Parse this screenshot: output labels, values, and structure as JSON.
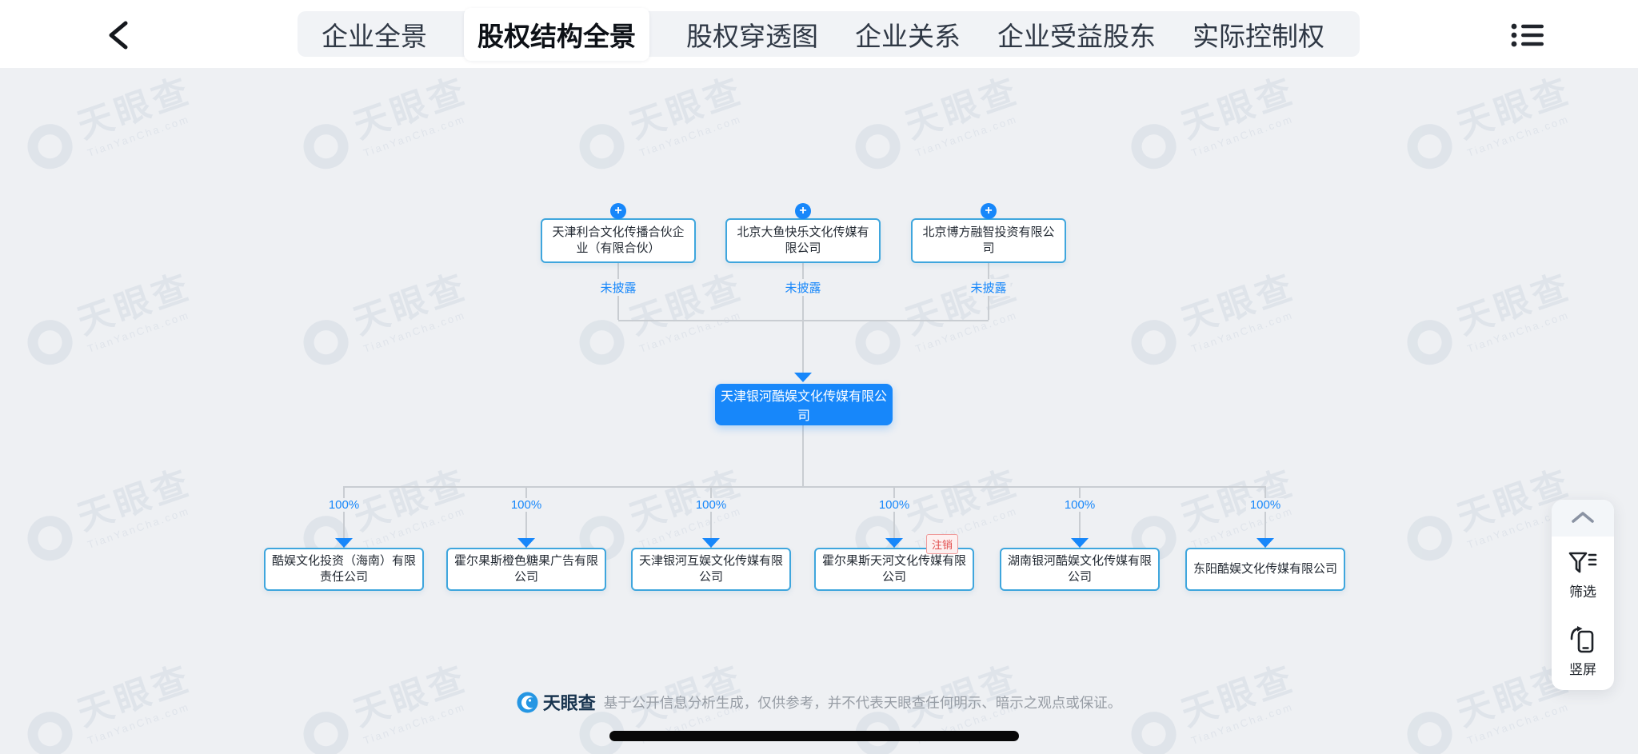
{
  "nav": {
    "tabs": [
      {
        "label": "企业全景",
        "active": false
      },
      {
        "label": "股权结构全景",
        "active": true
      },
      {
        "label": "股权穿透图",
        "active": false
      },
      {
        "label": "企业关系",
        "active": false
      },
      {
        "label": "企业受益股东",
        "active": false
      },
      {
        "label": "实际控制权",
        "active": false
      }
    ]
  },
  "chart": {
    "root": {
      "name": "天津银河酷娱文化传媒有限公司"
    },
    "parents": [
      {
        "name": "天津利合文化传播合伙企业（有限合伙）",
        "share": "未披露"
      },
      {
        "name": "北京大鱼快乐文化传媒有限公司",
        "share": "未披露"
      },
      {
        "name": "北京博方融智投资有限公司",
        "share": "未披露"
      }
    ],
    "subsidiaries": [
      {
        "name": "酷娱文化投资（海南）有限责任公司",
        "share": "100%"
      },
      {
        "name": "霍尔果斯橙色糖果广告有限公司",
        "share": "100%"
      },
      {
        "name": "天津银河互娱文化传媒有限公司",
        "share": "100%"
      },
      {
        "name": "霍尔果斯天河文化传媒有限公司",
        "share": "100%",
        "badge": "注销"
      },
      {
        "name": "湖南银河酷娱文化传媒有限公司",
        "share": "100%"
      },
      {
        "name": "东阳酷娱文化传媒有限公司",
        "share": "100%"
      }
    ]
  },
  "side_panel": {
    "filter_label": "筛选",
    "rotate_label": "竖屏"
  },
  "footer": {
    "brand": "天眼查",
    "disclaimer": "基于公开信息分析生成，仅供参考，并不代表天眼查任何明示、暗示之观点或保证。"
  },
  "watermark": {
    "text": "天眼查",
    "subtext": "TianYanCha.com"
  },
  "colors": {
    "accent": "#1787fa",
    "node_border": "#3fa6dd",
    "link_line": "#c9cdd2",
    "badge_red": "#e14c4c",
    "canvas_bg": "#eef0f3"
  }
}
